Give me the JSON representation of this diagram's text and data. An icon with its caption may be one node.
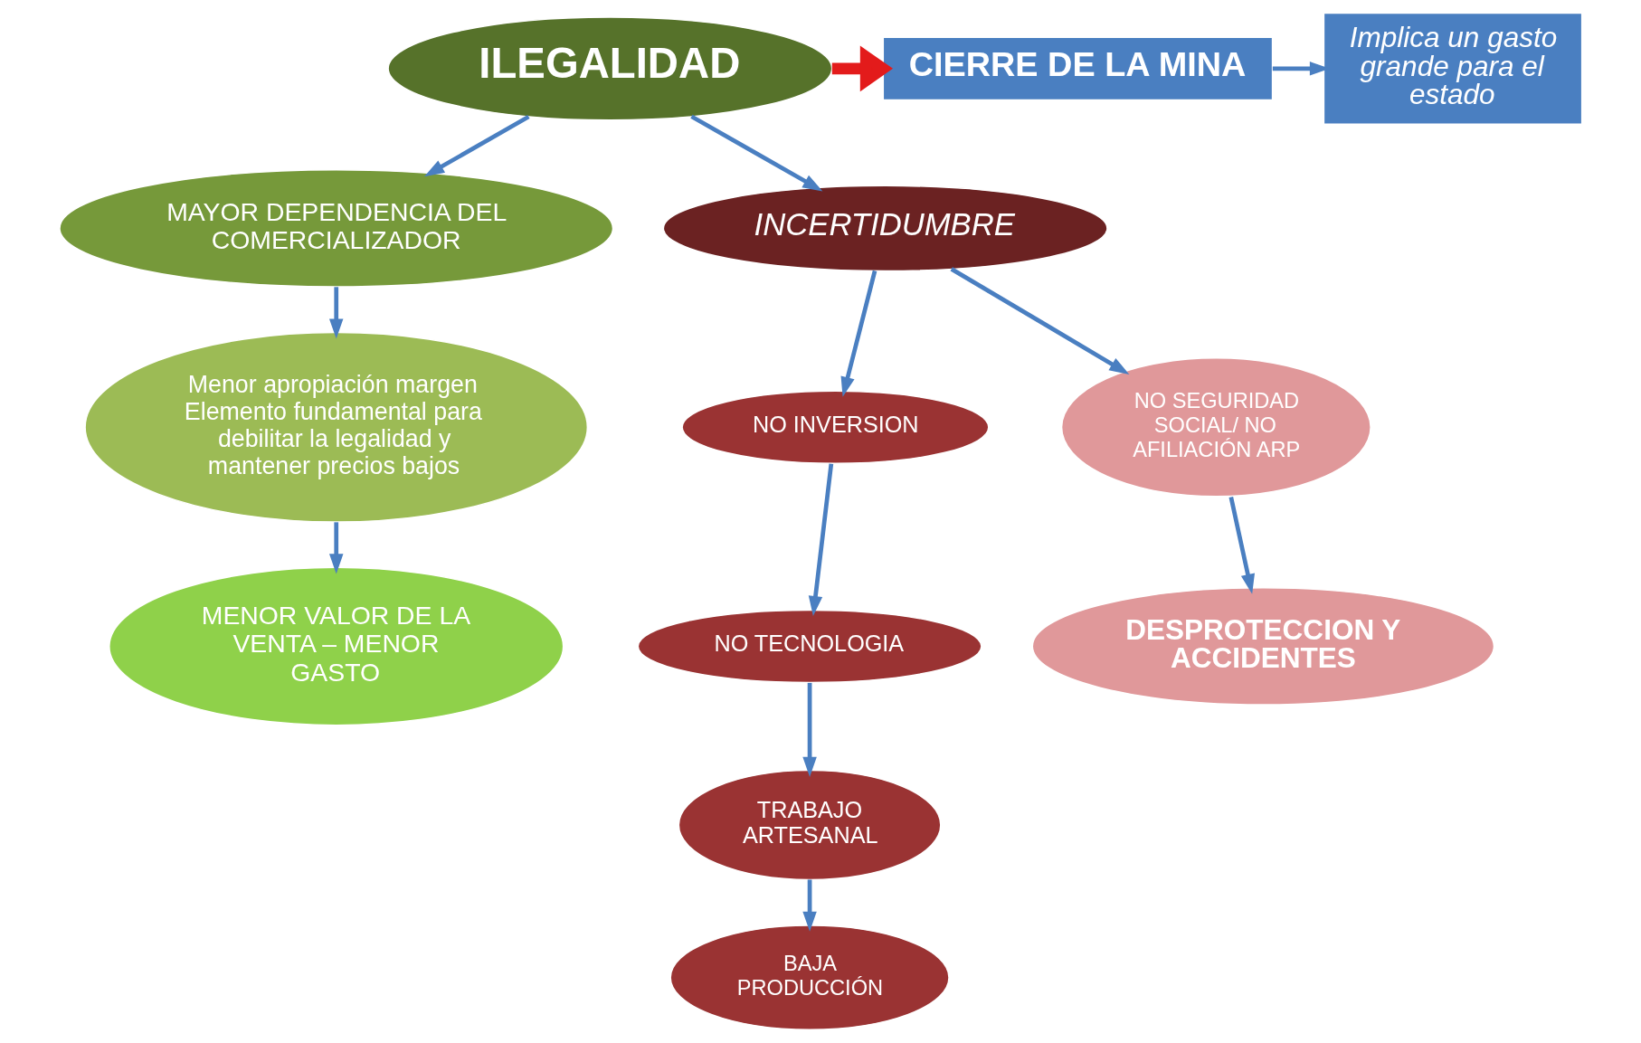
{
  "diagram": {
    "nodes": [
      {
        "text": [
          "ILEGALIDAD"
        ]
      },
      {
        "text": [
          "CIERRE DE LA MINA"
        ]
      },
      {
        "text": [
          "Implica un gasto grande para el estado"
        ]
      },
      {
        "text": [
          "MAYOR DEPENDENCIA DEL COMERCIALIZADOR"
        ]
      },
      {
        "text": [
          "INCERTIDUMBRE"
        ]
      },
      {
        "text": [
          "Menor apropiación margen",
          "Elemento fundamental para debilitar la legalidad y mantener precios bajos"
        ]
      },
      {
        "text": [
          "NO INVERSION"
        ]
      },
      {
        "text": [
          "NO SEGURIDAD SOCIAL/ NO AFILIACIÓN ARP"
        ]
      },
      {
        "text": [
          "NO TECNOLOGIA"
        ]
      },
      {
        "text": [
          "DESPROTECCION Y ACCIDENTES"
        ]
      },
      {
        "text": [
          "TRABAJO ARTESANAL"
        ]
      },
      {
        "text": [
          "MENOR VALOR DE LA VENTA – MENOR GASTO"
        ]
      },
      {
        "text": [
          "BAJA PRODUCCIÓN"
        ]
      }
    ],
    "edges": [
      {
        "from": 0,
        "to": 3,
        "arrow": "to"
      },
      {
        "from": 0,
        "to": 4,
        "arrow": "to"
      },
      {
        "from": 0,
        "to": 1,
        "arrow": "to",
        "style": "thick",
        "color": "#e31b1b"
      },
      {
        "from": 1,
        "to": 2,
        "arrow": "to"
      },
      {
        "from": 3,
        "to": 5,
        "arrow": "to"
      },
      {
        "from": 5,
        "to": 11,
        "arrow": "to"
      },
      {
        "from": 4,
        "to": 6,
        "arrow": "to"
      },
      {
        "from": 4,
        "to": 7,
        "arrow": "to"
      },
      {
        "from": 6,
        "to": 8,
        "arrow": "to"
      },
      {
        "from": 8,
        "to": 10,
        "arrow": "to"
      },
      {
        "from": 10,
        "to": 12,
        "arrow": "to"
      },
      {
        "from": 7,
        "to": 9,
        "arrow": "to"
      }
    ]
  }
}
